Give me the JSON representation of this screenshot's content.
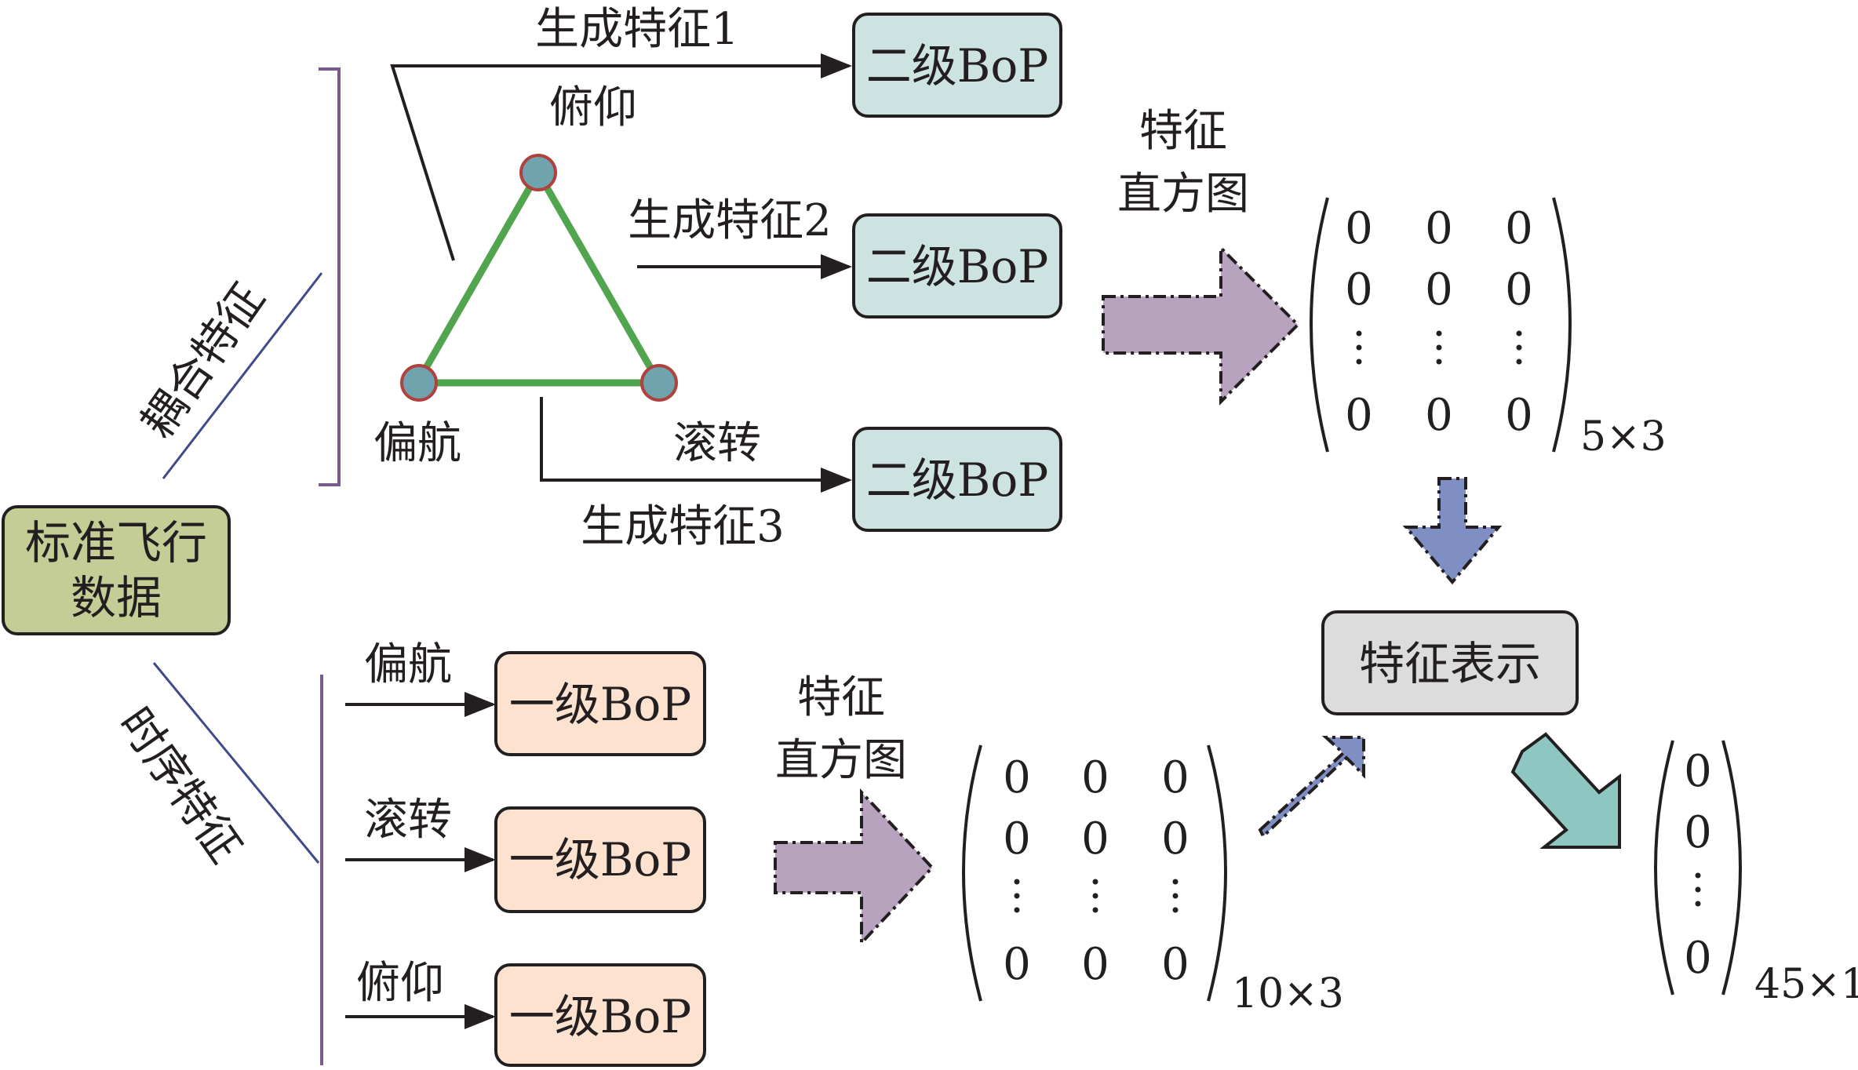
{
  "source_box": {
    "line1": "标准飞行",
    "line2": "数据"
  },
  "coupled": {
    "branch_label": "耦合特征",
    "triangle": {
      "top": "俯仰",
      "left": "偏航",
      "right": "滚转"
    },
    "features": [
      "生成特征1",
      "生成特征2",
      "生成特征3"
    ],
    "boxes": [
      "二级BoP",
      "二级BoP",
      "二级BoP"
    ],
    "histogram_label_line1": "特征",
    "histogram_label_line2": "直方图",
    "matrix": {
      "rows": [
        "0",
        "0",
        "0",
        "0",
        "0",
        "0",
        "0",
        "0",
        "0"
      ],
      "dims": "5×3"
    }
  },
  "temporal": {
    "branch_label": "时序特征",
    "inputs": [
      "偏航",
      "滚转",
      "俯仰"
    ],
    "boxes": [
      "一级BoP",
      "一级BoP",
      "一级BoP"
    ],
    "histogram_label_line1": "特征",
    "histogram_label_line2": "直方图",
    "matrix": {
      "dims": "10×3"
    }
  },
  "representation": {
    "label": "特征表示"
  },
  "output_vector": {
    "dims": "45×1"
  },
  "colors": {
    "source_fill": "#c5cd97",
    "bop2_fill": "#cde3e2",
    "bop1_fill": "#fde3cf",
    "rep_fill": "#dcdcdd",
    "triangle": "#52a54f",
    "node_fill": "#6fa3ad",
    "node_stroke": "#b0413e",
    "purple_arrow": "#b7a3be",
    "blue_arrow": "#7f8fc4",
    "teal_arrow": "#8ec6c2",
    "bracket": "#7a5c8c"
  }
}
